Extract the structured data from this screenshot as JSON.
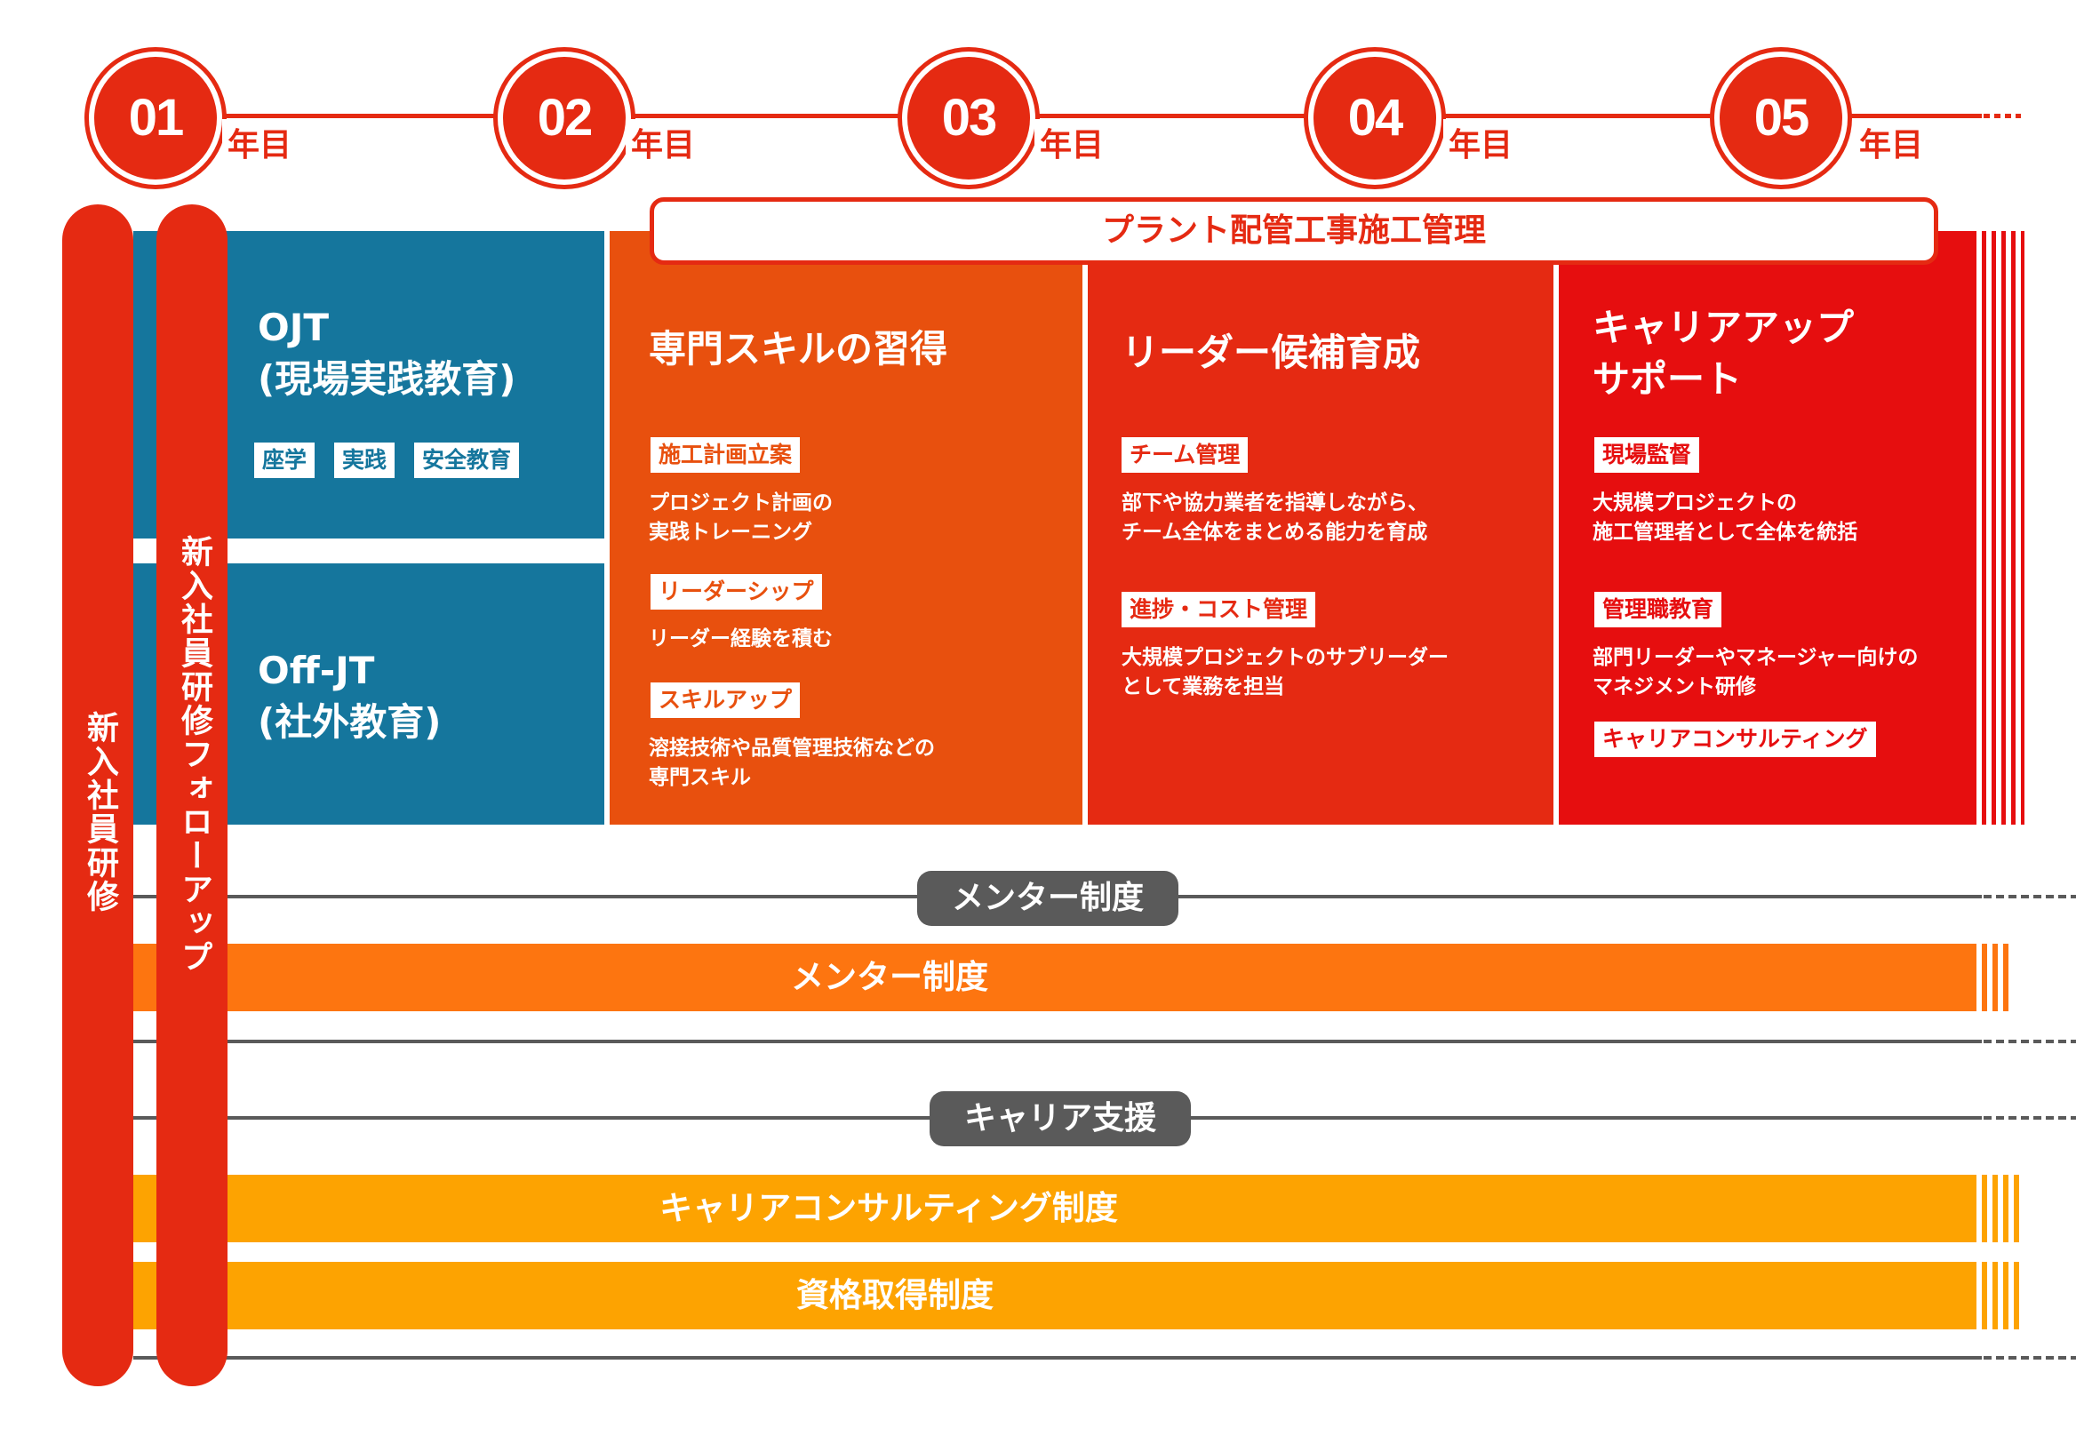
{
  "colors": {
    "red": "#e52a12",
    "blue": "#15769d",
    "orange_dark": "#e8500e",
    "red_mid": "#e52a12",
    "red_bright": "#e60e0f",
    "orange_bar": "#fd7510",
    "yellow_bar": "#fda301",
    "gray": "#5a5a5a"
  },
  "timeline": {
    "years": [
      {
        "num": "01",
        "label": "年目"
      },
      {
        "num": "02",
        "label": "年目"
      },
      {
        "num": "03",
        "label": "年目"
      },
      {
        "num": "04",
        "label": "年目"
      },
      {
        "num": "05",
        "label": "年目"
      }
    ]
  },
  "side": {
    "new_hire": "新入社員研修",
    "followup": "新入社員研修フォローアップ"
  },
  "banner": "プラント配管工事施工管理",
  "ojt": {
    "title_1": "OJT",
    "title_2": "(現場実践教育)",
    "tags": [
      "座学",
      "実践",
      "安全教育"
    ]
  },
  "offjt": {
    "title_1": "Off-JT",
    "title_2": "(社外教育)"
  },
  "stage1": {
    "title": "専門スキルの習得",
    "items": [
      {
        "tag": "施工計画立案",
        "desc": [
          "プロジェクト計画の",
          "実践トレーニング"
        ]
      },
      {
        "tag": "リーダーシップ",
        "desc": [
          "リーダー経験を積む"
        ]
      },
      {
        "tag": "スキルアップ",
        "desc": [
          "溶接技術や品質管理技術などの",
          "専門スキル"
        ]
      }
    ]
  },
  "stage2": {
    "title": "リーダー候補育成",
    "items": [
      {
        "tag": "チーム管理",
        "desc": [
          "部下や協力業者を指導しながら、",
          "チーム全体をまとめる能力を育成"
        ]
      },
      {
        "tag": "進捗・コスト管理",
        "desc": [
          "大規模プロジェクトのサブリーダー",
          "として業務を担当"
        ]
      }
    ]
  },
  "stage3": {
    "title_1": "キャリアアップ",
    "title_2": "サポート",
    "items": [
      {
        "tag": "現場監督",
        "desc": [
          "大規模プロジェクトの",
          "施工管理者として全体を統括"
        ]
      },
      {
        "tag": "管理職教育",
        "desc": [
          "部門リーダーやマネージャー向けの",
          "マネジメント研修"
        ]
      },
      {
        "tag": "キャリアコンサルティング",
        "desc": []
      }
    ]
  },
  "lower": {
    "mentor_pill": "メンター制度",
    "mentor_bar": "メンター制度",
    "career_pill": "キャリア支援",
    "career_bar": "キャリアコンサルティング制度",
    "cert_bar": "資格取得制度"
  }
}
